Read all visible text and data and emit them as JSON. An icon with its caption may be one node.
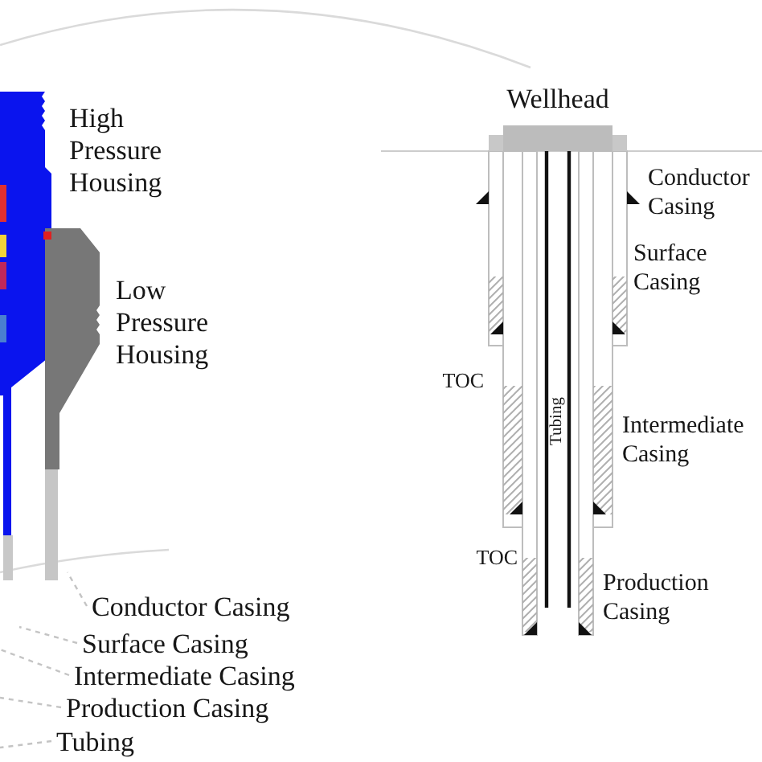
{
  "diagram": {
    "nodes": [
      {
        "text": [
          "Conductor Casing"
        ]
      },
      {
        "text": [
          "Surface Casing"
        ]
      },
      {
        "text": [
          "Intermediate Casing"
        ]
      },
      {
        "text": [
          "Production Casing"
        ]
      },
      {
        "text": [
          "Tubing"
        ]
      }
    ],
    "edges": [
      {
        "from": 0,
        "to": null,
        "arrow": "none",
        "style": "dashed"
      },
      {
        "from": 1,
        "to": null,
        "arrow": "none",
        "style": "dashed"
      },
      {
        "from": 2,
        "to": null,
        "arrow": "none",
        "style": "dashed"
      },
      {
        "from": 3,
        "to": null,
        "arrow": "none",
        "style": "dashed"
      },
      {
        "from": 4,
        "to": null,
        "arrow": "none",
        "style": "dashed"
      }
    ],
    "labels": [
      "High Pressure Housing",
      "Low Pressure Housing",
      "Wellhead",
      "Conductor Casing",
      "Surface Casing",
      "TOC",
      "Tubing",
      "Intermediate Casing",
      "TOC",
      "Production Casing"
    ]
  }
}
